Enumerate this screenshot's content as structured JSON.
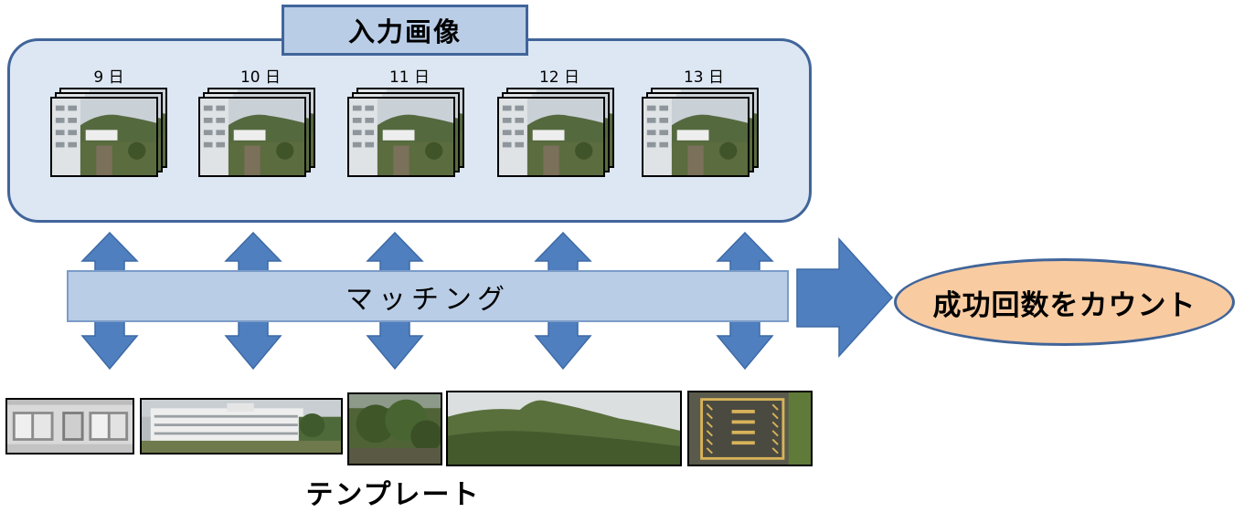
{
  "input_panel": {
    "title": "入力画像",
    "days": [
      "9 日",
      "10 日",
      "11 日",
      "12 日",
      "13 日"
    ]
  },
  "matching_label": "マッチング",
  "result_label": "成功回数をカウント",
  "template_label": "テンプレート",
  "colors": {
    "panel_fill": "#dde7f3",
    "panel_border": "#41659a",
    "bar_fill": "#b9cde6",
    "arrow_fill": "#4f7fbe",
    "result_fill": "#f8cba1"
  }
}
